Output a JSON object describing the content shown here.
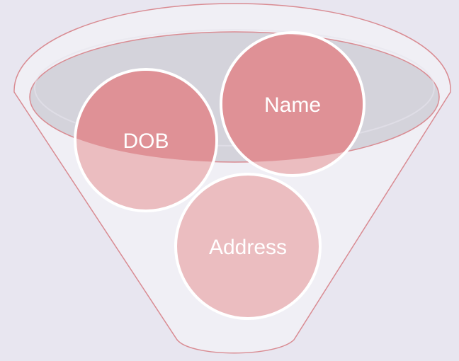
{
  "diagram": {
    "circles": [
      {
        "id": "dob",
        "label": "DOB"
      },
      {
        "id": "name",
        "label": "Name"
      },
      {
        "id": "address",
        "label": "Address"
      }
    ]
  },
  "colors": {
    "background": "#e8e6f0",
    "funnel_fill": "#f0eff5",
    "funnel_stroke": "#d98b92",
    "rim_fill": "#d4d3db",
    "circle_dark": "#df9196",
    "circle_light": "#ebbdc0",
    "circle_stroke": "#ffffff"
  }
}
